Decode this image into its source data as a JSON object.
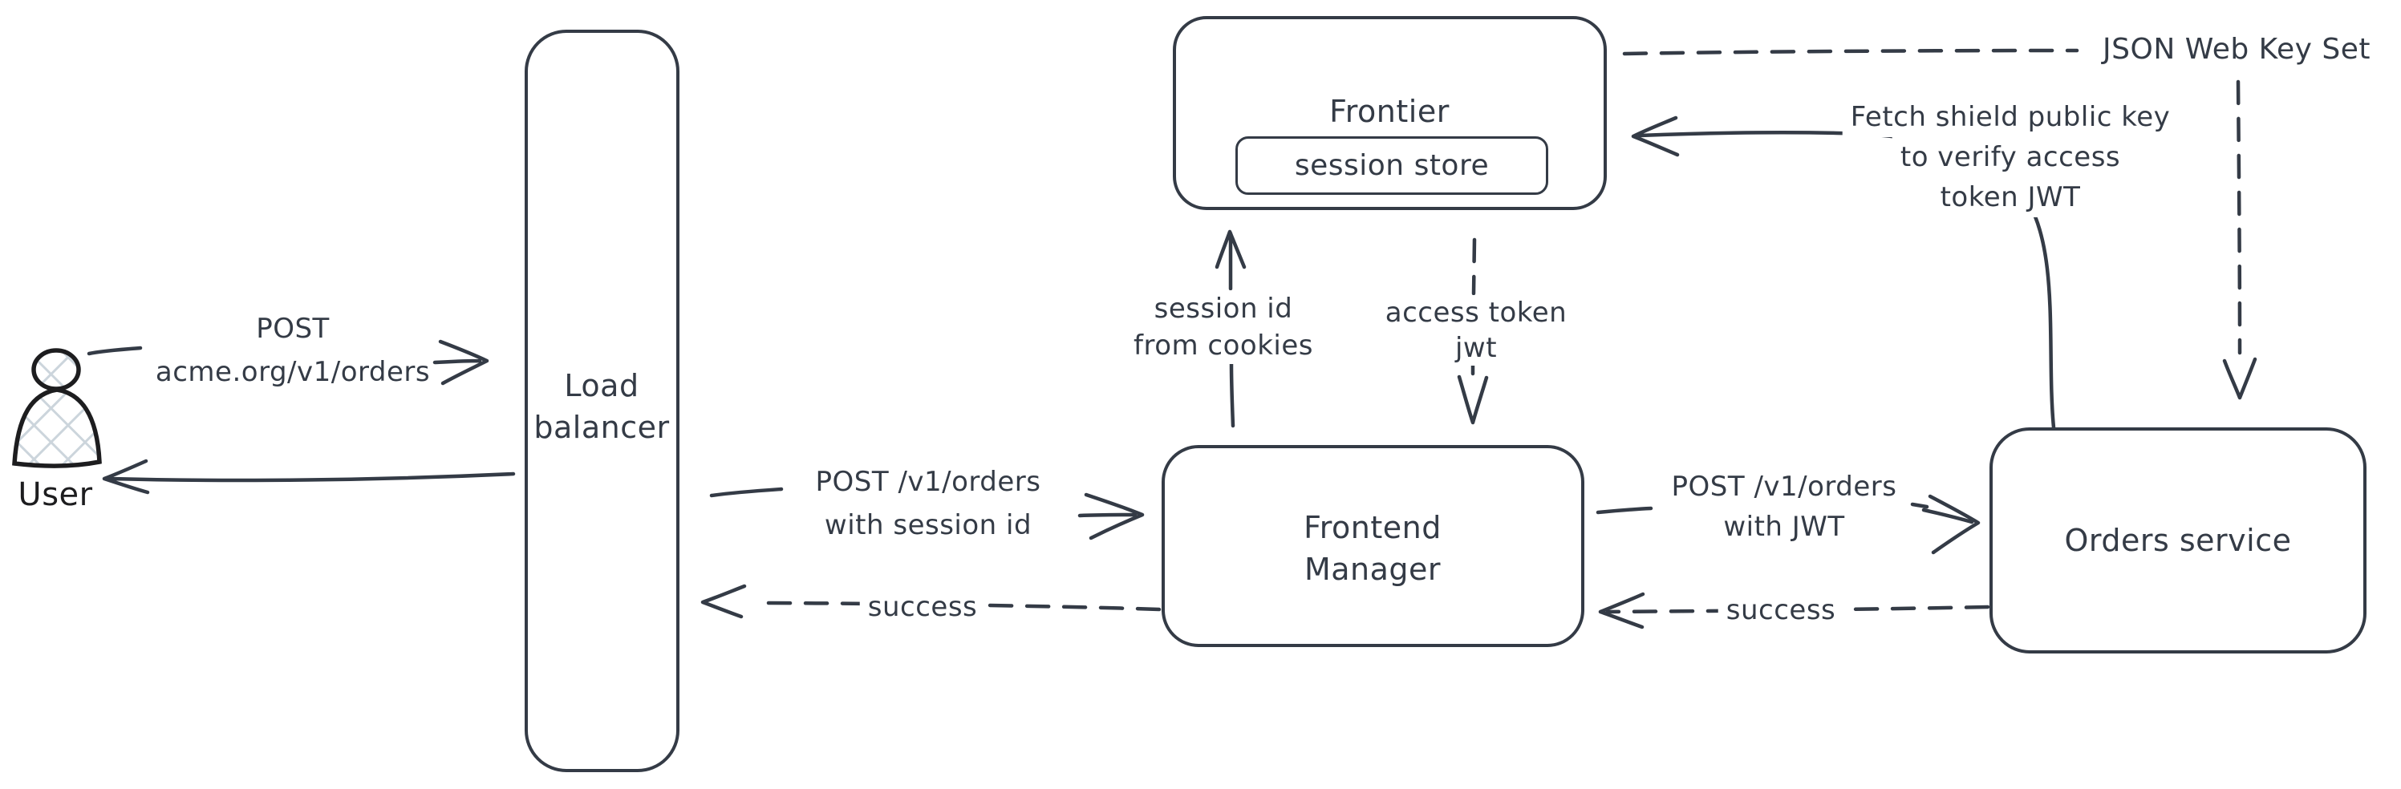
{
  "diagram": {
    "title_hint": "request flow with session and JWT verification",
    "colors": {
      "background": "#ffffff",
      "stroke": "#343b46",
      "user_stroke": "#1d1d1f",
      "hatch_fill": "#ccd5dc"
    },
    "nodes": {
      "user": {
        "label": "User"
      },
      "load_balancer": {
        "lines": [
          "Load",
          "balancer"
        ]
      },
      "frontier": {
        "label": "Frontier"
      },
      "session_store": {
        "label": "session store"
      },
      "frontend_manager": {
        "lines": [
          "Frontend",
          "Manager"
        ]
      },
      "orders_service": {
        "label": "Orders service"
      }
    },
    "edges": {
      "user_to_lb": {
        "lines": [
          "POST",
          "acme.org/v1/orders"
        ]
      },
      "lb_to_fm": {
        "lines": [
          "POST /v1/orders",
          "with session id"
        ]
      },
      "fm_to_lb": {
        "label": "success"
      },
      "fm_to_frontier": {
        "lines": [
          "session id",
          "from cookies"
        ]
      },
      "frontier_to_fm": {
        "lines": [
          "access token",
          "jwt"
        ]
      },
      "fm_to_orders": {
        "lines": [
          "POST /v1/orders",
          "with JWT"
        ]
      },
      "orders_to_fm": {
        "label": "success"
      },
      "orders_to_frontier": {
        "lines": [
          "Fetch shield public key",
          "to verify access",
          "token JWT"
        ]
      },
      "jwks": {
        "label": "JSON Web Key Set"
      }
    }
  }
}
